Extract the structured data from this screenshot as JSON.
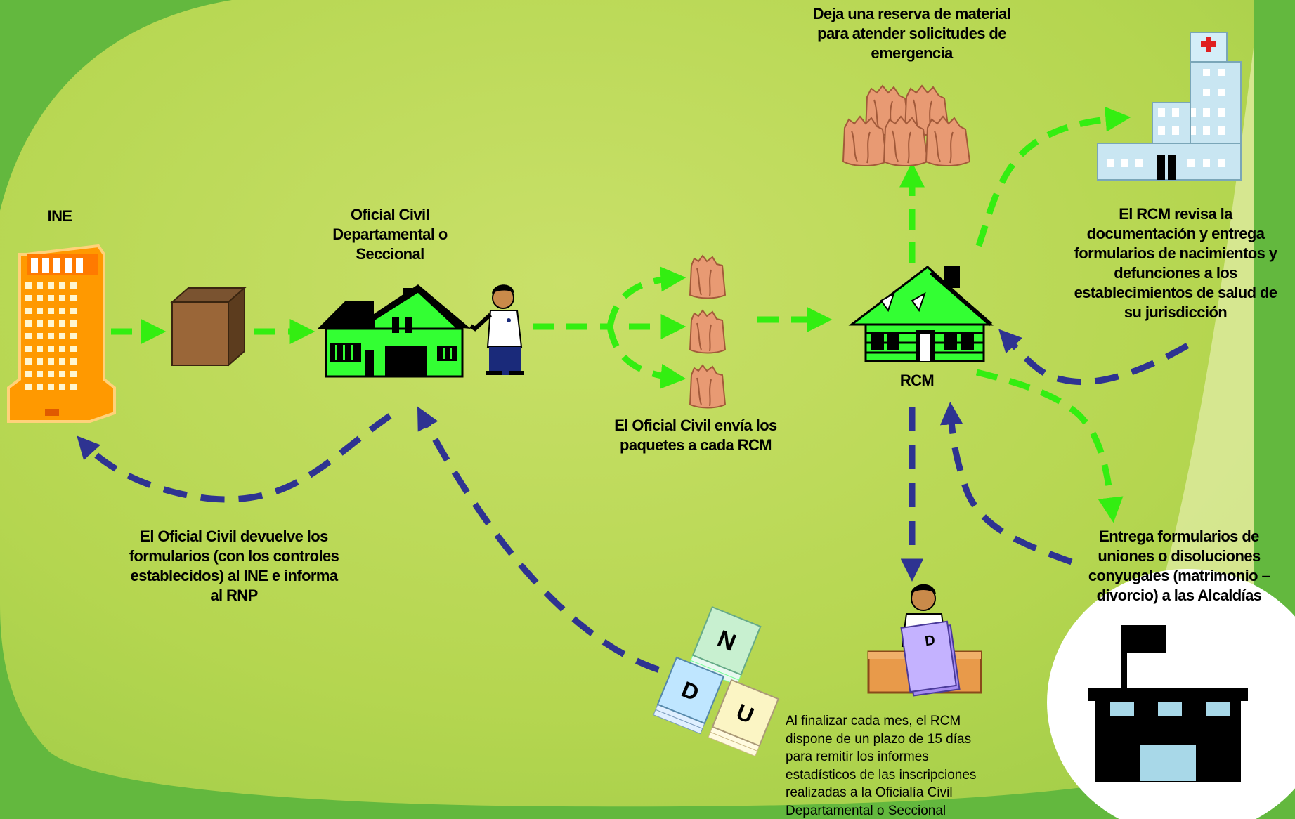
{
  "labels": {
    "ine": "INE",
    "oficial_civil": [
      "Oficial Civil",
      "Departamental o",
      "Seccional"
    ],
    "rcm": "RCM",
    "reserve": [
      "Deja una reserva de material",
      "para atender solicitudes de",
      "emergencia"
    ],
    "rcm_review": [
      "El RCM revisa la",
      "documentación y entrega",
      "formularios de nacimientos y",
      "defunciones a los",
      "establecimientos de salud de",
      "su jurisdicción"
    ],
    "sends_packages": [
      "El Oficial Civil envía los",
      "paquetes a cada RCM"
    ],
    "returns_forms": [
      "El Oficial Civil devuelve los",
      "formularios (con los controles",
      "establecidos) al INE e informa",
      "al RNP"
    ],
    "marriage_forms": [
      "Entrega formularios de",
      "uniones o disoluciones",
      "conyugales (matrimonio –",
      "divorcio) a las Alcaldías"
    ],
    "monthly_report": [
      "Al finalizar cada mes, el RCM",
      "dispone de un plazo de 15 días",
      "para remitir los informes",
      "estadísticos de las inscripciones",
      "realizadas a la Oficialía Civil",
      "Departamental o Seccional"
    ]
  },
  "glyphs": {
    "clerk_book": "D",
    "stack_n": "N",
    "stack_d": "D",
    "stack_u": "U"
  },
  "colors": {
    "forward_arrow": "#33ee11",
    "return_arrow": "#2e3391",
    "house": "#33ff33",
    "ine_building": "#ff9900",
    "bag": "#e89a73"
  }
}
